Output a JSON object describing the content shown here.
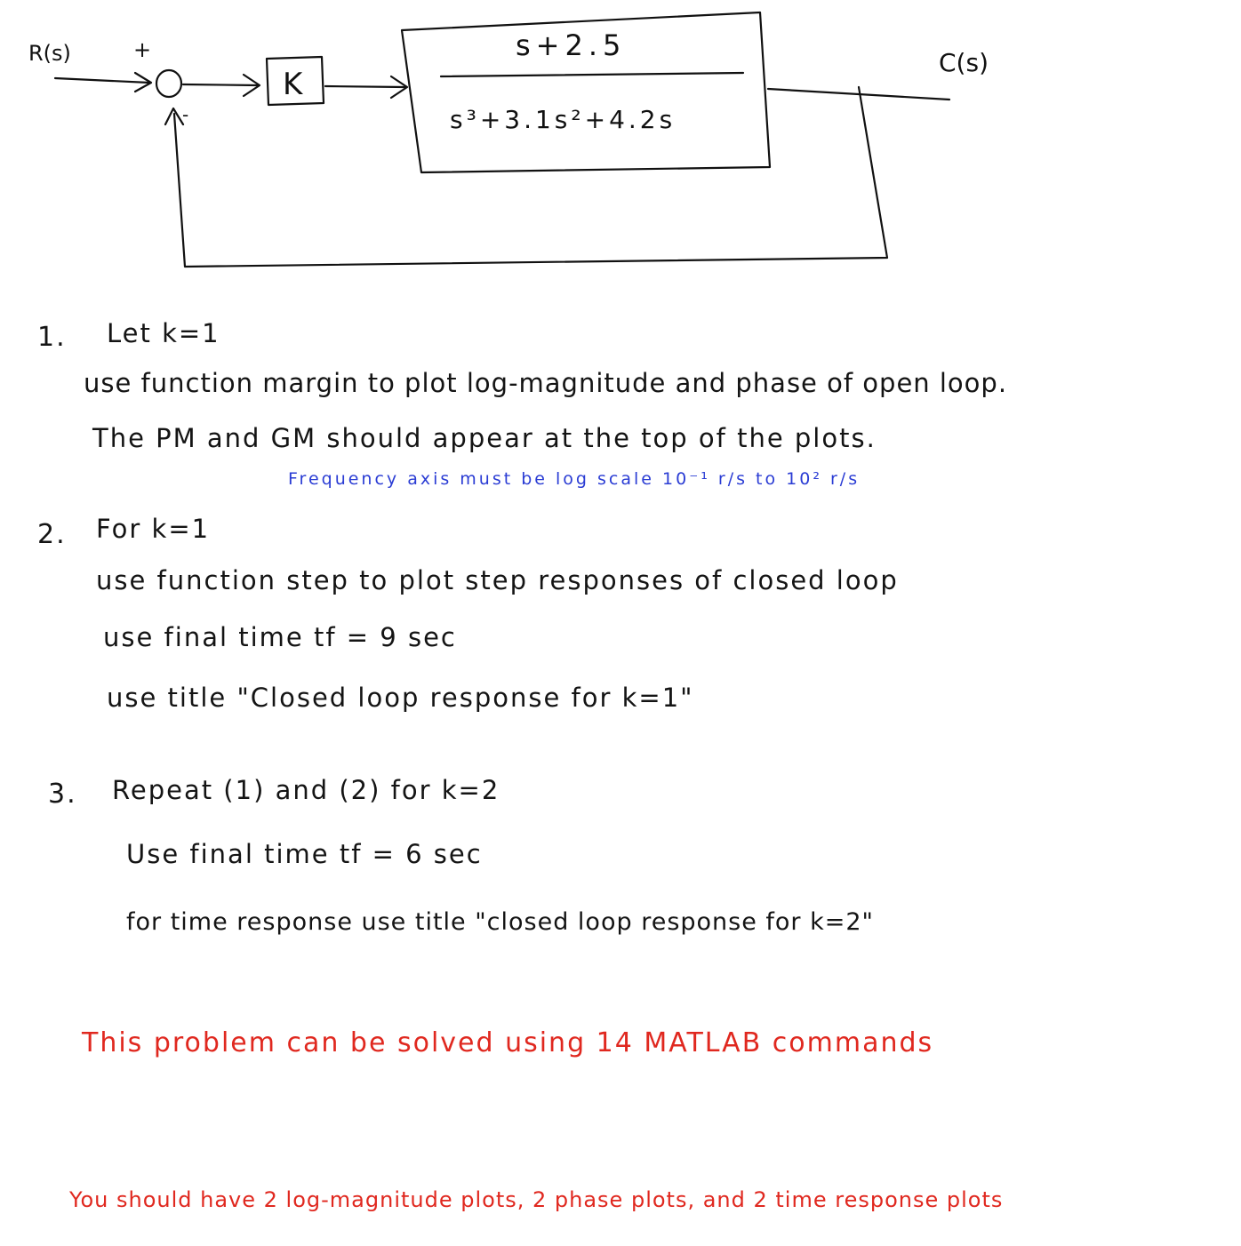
{
  "diagram": {
    "input_label": "R(s)",
    "plus_sign": "+",
    "minus_sign": "-",
    "gain_label": "K",
    "tf_numerator": "s+2.5",
    "tf_denominator": "s³+3.1s²+4.2s",
    "output_label": "C(s)"
  },
  "items": [
    {
      "number": "1.",
      "title": "Let k=1",
      "lines": [
        "use function margin to plot log-magnitude and phase of open loop.",
        "The PM and GM should appear at the top of the plots."
      ],
      "note": "Frequency axis must be log scale 10⁻¹ r/s to 10² r/s"
    },
    {
      "number": "2.",
      "title": "For k=1",
      "lines": [
        "use function step to plot step responses of closed loop",
        "use final time tf = 9 sec",
        "use title \"Closed loop response for k=1\""
      ]
    },
    {
      "number": "3.",
      "title": "Repeat (1) and (2) for k=2",
      "lines": [
        "Use final time tf = 6 sec",
        "for time response use title \"closed loop response for k=2\""
      ]
    }
  ],
  "footer": {
    "commands_note": "This problem can be solved using 14 MATLAB commands",
    "plots_note": "You should have 2 log-magnitude plots, 2 phase plots, and 2 time response plots"
  }
}
